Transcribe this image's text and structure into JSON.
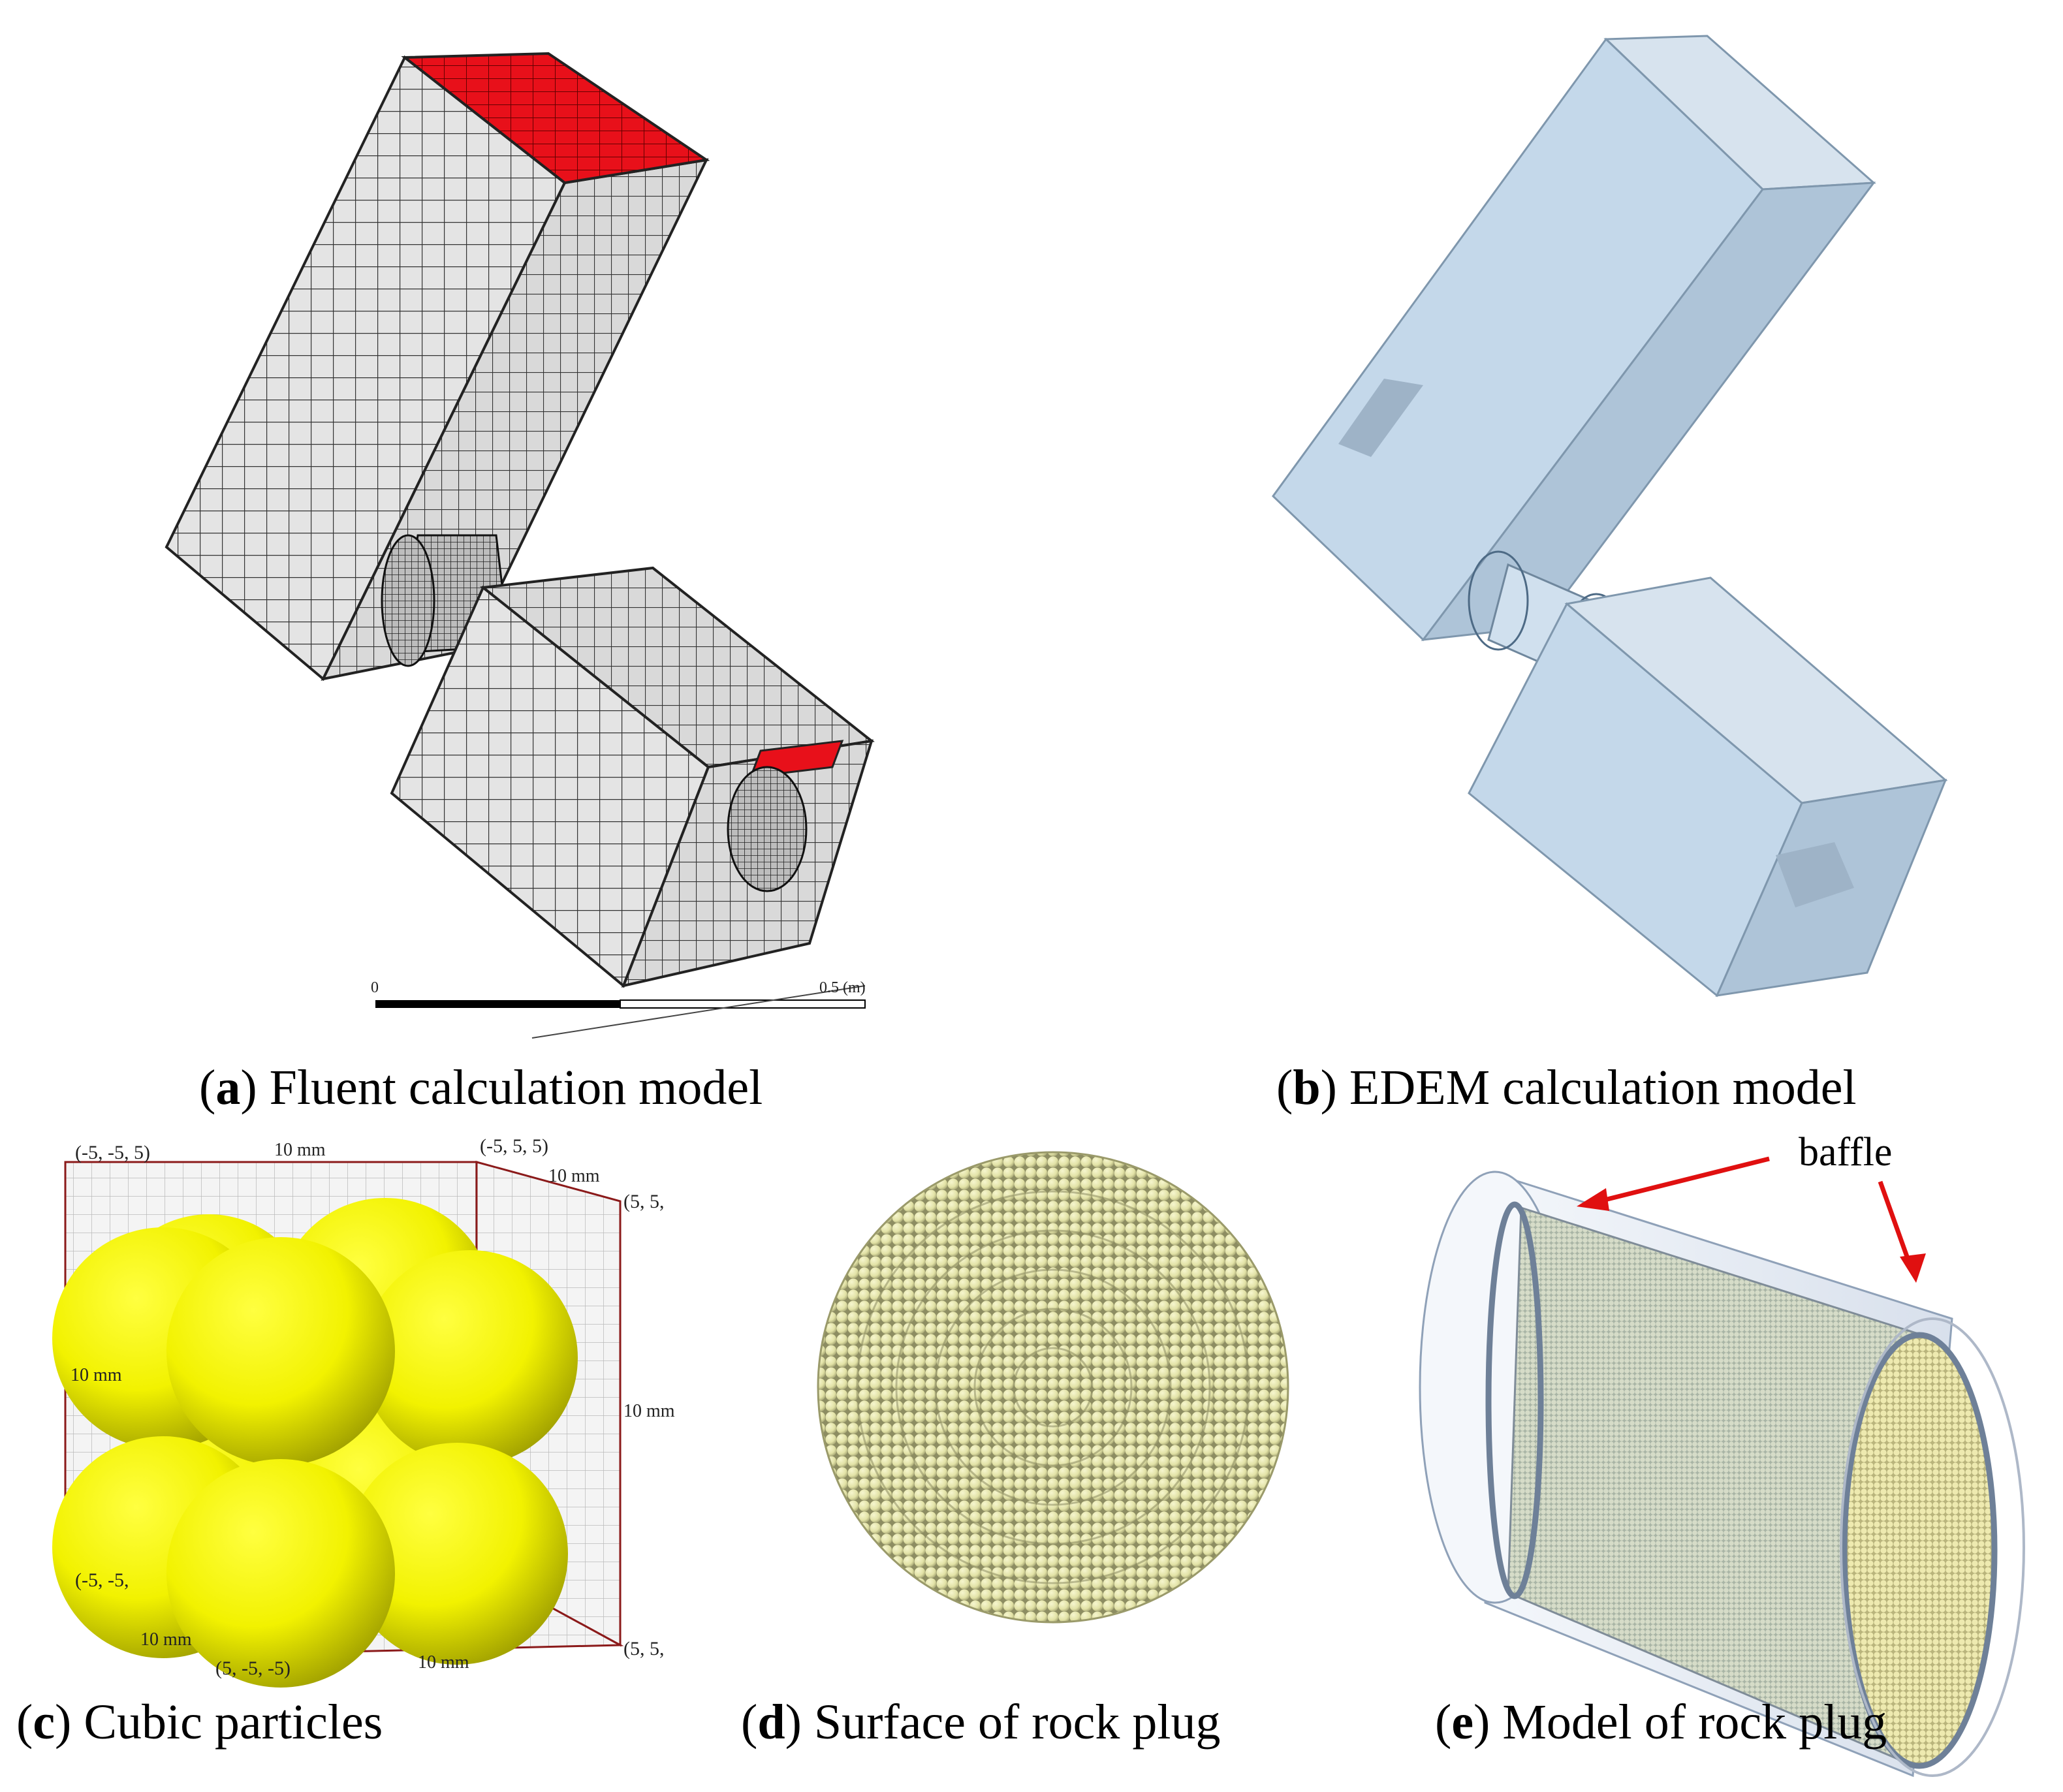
{
  "panels": {
    "a": {
      "letter": "a",
      "caption": "Fluent calculation model",
      "scale": {
        "start": "0",
        "end": "0.5 (m)"
      }
    },
    "b": {
      "letter": "b",
      "caption": "EDEM calculation model"
    },
    "c": {
      "letter": "c",
      "caption": "Cubic particles",
      "labels": {
        "corner_top_left": "(-5,  -5,  5)",
        "corner_top_right": "(-5,  5,  5)",
        "corner_right_top": "(5,  5,",
        "corner_bottom_left": "(-5,  -5,",
        "corner_bottom_mid": "(5,  -5,  -5)",
        "corner_bottom_right": "(5,  5,",
        "dim_top": "10 mm",
        "dim_top_right": "10 mm",
        "dim_left": "10 mm",
        "dim_right": "10 mm",
        "dim_bottom_left": "10 mm",
        "dim_bottom_right": "10 mm"
      },
      "sphere_color": "#f2f200"
    },
    "d": {
      "letter": "d",
      "caption": "Surface of rock plug",
      "particle_color": "#e2e2a6"
    },
    "e": {
      "letter": "e",
      "caption": "Model of rock plug",
      "annotation": "baffle",
      "arrow_color": "#e01010"
    }
  },
  "colors": {
    "inlet_red": "#e8101a",
    "mesh_fill": "#e6e6e6",
    "glass_blue": "#c4d8ea"
  }
}
